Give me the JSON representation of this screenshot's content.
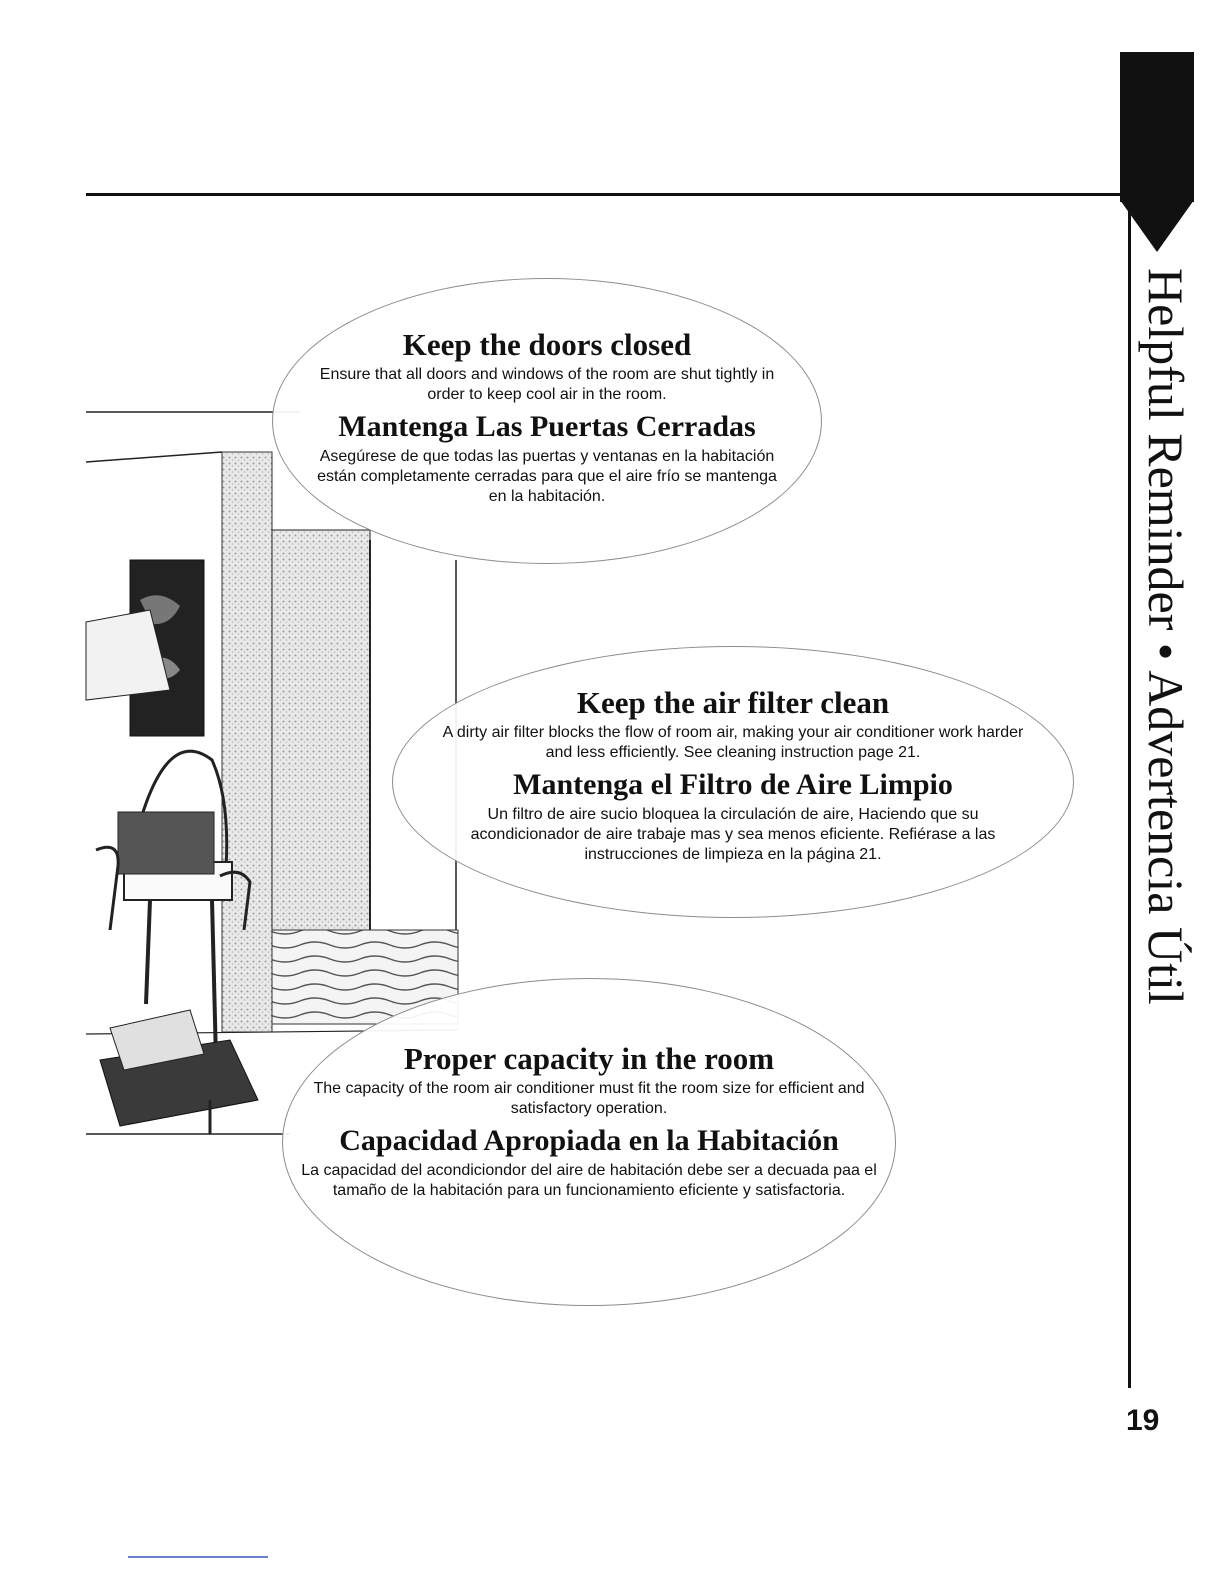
{
  "side_title": "Helpful Reminder • Advertencia Útil",
  "page_number": "19",
  "reminders": [
    {
      "title_en": "Keep the doors closed",
      "text_en": "Ensure that all doors and windows of the room are shut tightly in order to keep cool air in the room.",
      "title_es": "Mantenga Las Puertas Cerradas",
      "text_es": "Asegúrese de que todas las puertas y ventanas en la habitación están completamente cerradas para que el aire frío se mantenga en la habitación."
    },
    {
      "title_en": "Keep the air filter clean",
      "text_en": "A dirty air filter blocks the flow of room air, making your air conditioner work harder and less efficiently. See cleaning instruction page 21.",
      "title_es": "Mantenga el Filtro de Aire Limpio",
      "text_es": "Un filtro de aire sucio bloquea la circulación de aire, Haciendo que su acondicionador de aire trabaje mas y sea menos eficiente. Refiérase a las instrucciones de limpieza en la página 21."
    },
    {
      "title_en": "Proper capacity in the room",
      "text_en": "The capacity of the room air conditioner must fit the room size for efficient and satisfactory operation.",
      "title_es": "Capacidad Apropiada en la Habitación",
      "text_es": "La capacidad del acondiciondor del aire de habitación debe ser a decuada paa el tamaño de la habitación para un funcionamiento eficiente y satisfactoria."
    }
  ]
}
